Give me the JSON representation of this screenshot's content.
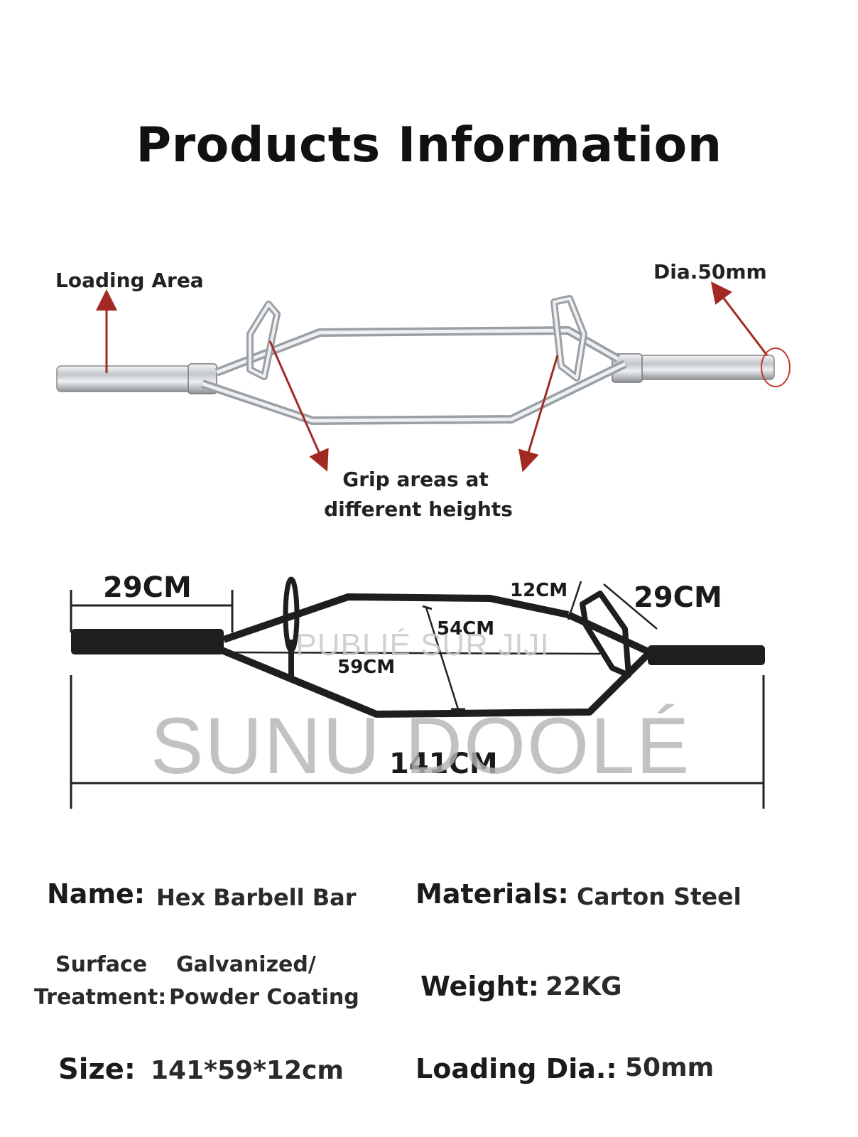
{
  "title": "Products Information",
  "top_diagram": {
    "loading_area": "Loading Area",
    "diameter": "Dia.50mm",
    "grip_line1": "Grip areas at",
    "grip_line2": "different heights"
  },
  "dimension_diagram": {
    "sleeve_left": "29CM",
    "handle_height": "12CM",
    "sleeve_right": "29CM",
    "inner_height": "54CM",
    "inner_width": "59CM",
    "total_length": "141CM"
  },
  "watermark": {
    "line1": "PUBLIÉ SUR JIJI",
    "line2": "SUNU DOOLÉ"
  },
  "specs": {
    "name_key": "Name:",
    "name_val": "Hex Barbell Bar",
    "materials_key": "Materials:",
    "materials_val": "Carton Steel",
    "surface_key1": "Surface",
    "surface_key2": "Treatment:",
    "surface_val1": "Galvanized/",
    "surface_val2": "Powder Coating",
    "weight_key": "Weight:",
    "weight_val": "22KG",
    "size_key": "Size:",
    "size_val": "141*59*12cm",
    "loading_key": "Loading Dia.:",
    "loading_val": "50mm"
  },
  "colors": {
    "arrow": "#a32a22",
    "chrome": "#cfd2d6",
    "black_bar": "#1e1e1e"
  }
}
